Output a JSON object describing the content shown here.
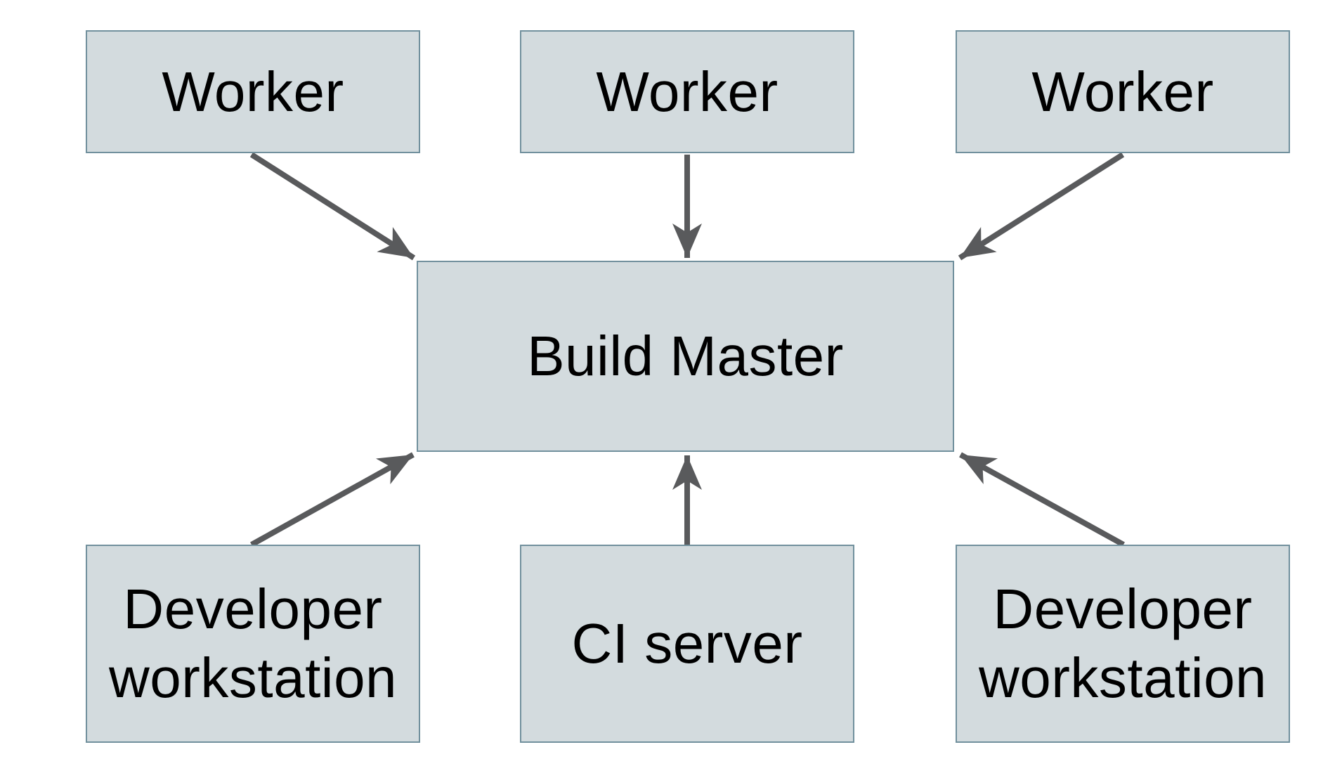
{
  "diagram": {
    "background_color": "#ffffff",
    "node_fill_color": "#d3dbde",
    "node_border_color": "#71909d",
    "arrow_color": "#595a5c",
    "text_color": "#000000",
    "nodes": [
      {
        "id": "worker-1",
        "label": "Worker",
        "row": "top"
      },
      {
        "id": "worker-2",
        "label": "Worker",
        "row": "top"
      },
      {
        "id": "worker-3",
        "label": "Worker",
        "row": "top"
      },
      {
        "id": "build-master",
        "label": "Build Master",
        "row": "center"
      },
      {
        "id": "developer-workstation-1",
        "label": "Developer workstation",
        "row": "bottom"
      },
      {
        "id": "ci-server",
        "label": "CI server",
        "row": "bottom"
      },
      {
        "id": "developer-workstation-2",
        "label": "Developer workstation",
        "row": "bottom"
      }
    ],
    "edges": [
      {
        "from": "worker-1",
        "to": "build-master"
      },
      {
        "from": "worker-2",
        "to": "build-master"
      },
      {
        "from": "worker-3",
        "to": "build-master"
      },
      {
        "from": "developer-workstation-1",
        "to": "build-master"
      },
      {
        "from": "ci-server",
        "to": "build-master"
      },
      {
        "from": "developer-workstation-2",
        "to": "build-master"
      }
    ]
  }
}
